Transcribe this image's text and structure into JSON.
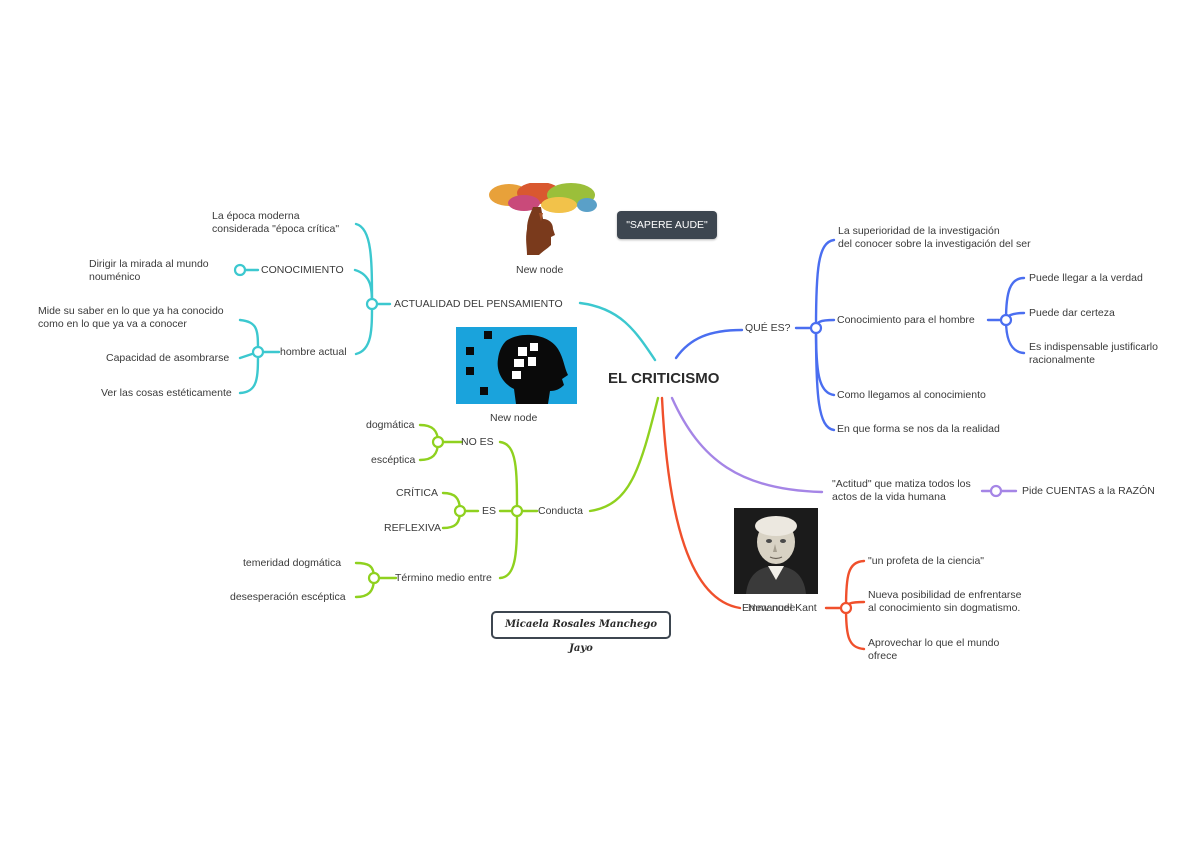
{
  "center": {
    "title": "EL CRITICISMO"
  },
  "tag": {
    "label": "\"SAPERE AUDE\""
  },
  "author": {
    "label": "Micaela Rosales Manchego Jayo"
  },
  "images": {
    "tree_head": {
      "caption": "New node"
    },
    "puzzle_head": {
      "caption": "New node"
    }
  },
  "colors": {
    "cyan": "#3cc8cf",
    "green": "#8fd11f",
    "blue": "#4a6ef0",
    "purple": "#a585e6",
    "red": "#f0502c"
  },
  "branches": {
    "actualidad": {
      "label": "ACTUALIDAD DEL PENSAMIENTO",
      "children": {
        "epoca": [
          "La época moderna",
          "considerada \"época crítica\""
        ],
        "conocimiento": {
          "label": "CONOCIMIENTO",
          "child": [
            "Dirigir la mirada al mundo",
            "nouménico"
          ]
        },
        "hombre": {
          "label": "hombre actual",
          "children": [
            [
              "Mide su saber en lo que ya ha conocido",
              "como en lo que ya va a conocer"
            ],
            [
              "Capacidad de asombrarse"
            ],
            [
              "Ver las cosas estéticamente"
            ]
          ]
        }
      }
    },
    "conducta": {
      "label": "Conducta",
      "no_es": {
        "label": "NO ES",
        "children": [
          "dogmática",
          "escéptica"
        ]
      },
      "es": {
        "label": "ES",
        "children": [
          "CRÍTICA",
          "REFLEXIVA"
        ]
      },
      "termino": {
        "label": "Término medio entre",
        "children": [
          "temeridad dogmática",
          "desesperación escéptica"
        ]
      }
    },
    "que_es": {
      "label": "QUÉ ES?",
      "children": {
        "superioridad": [
          "La superioridad de la investigación",
          "del conocer sobre la investigación del ser"
        ],
        "conocimiento_hombre": {
          "label": "Conocimiento para el hombre",
          "children": [
            [
              "Puede llegar a la verdad"
            ],
            [
              "Puede dar certeza"
            ],
            [
              "Es indispensable justificarlo",
              "racionalmente"
            ]
          ]
        },
        "como": [
          "Como llegamos al conocimiento"
        ],
        "forma": [
          "En que forma se nos da la realidad"
        ]
      }
    },
    "actitud": {
      "label": [
        "\"Actitud\" que matiza todos los",
        "actos de la vida humana"
      ],
      "child": "Pide CUENTAS a la RAZÓN"
    },
    "kant": {
      "label": "Emmanuel Kant",
      "overlay_label": "New node",
      "children": [
        [
          "\"un profeta de la ciencia\""
        ],
        [
          "Nueva posibilidad de enfrentarse",
          "al conocimiento sin dogmatismo."
        ],
        [
          "Aprovechar lo que el mundo",
          "ofrece"
        ]
      ]
    }
  }
}
